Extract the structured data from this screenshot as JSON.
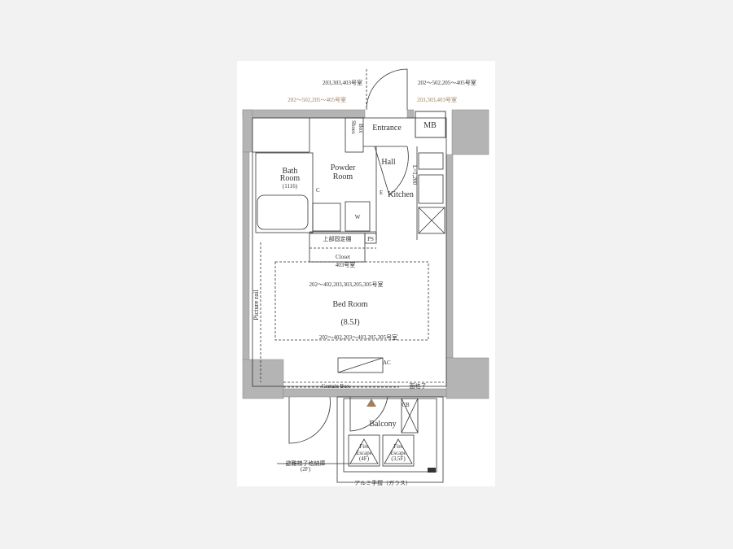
{
  "plan": {
    "notes": {
      "top_left": "203,303,403号室",
      "top_right": "202～502,205～405号室",
      "top_left_tan": "202～502,205～405号室",
      "top_right_tan": "203,303,403号室",
      "closet_note": "403号室",
      "bed_top_note": "202～402,203,303,205,305号室",
      "bed_bottom_note": "202～402,203～403,205,305号室",
      "ladder_storage": "避難梯子格納庫",
      "ladder_floor": "(2F)",
      "handrail": "アルミ手摺（ガラス）",
      "kitchen_length": "L=1,200",
      "upper_shelf": "上部固定棚",
      "lattice": "面格子"
    },
    "rooms": {
      "entrance": "Entrance",
      "mb": "MB",
      "shoes_box_1": "Shoes",
      "shoes_box_2": "Box",
      "hall": "Hall",
      "powder_1": "Powder",
      "powder_2": "Room",
      "bath_1": "Bath",
      "bath_2": "Room",
      "bath_3": "(1116)",
      "kitchen": "Kitchen",
      "washer": "W",
      "ps": "PS",
      "closet": "Closet",
      "bedroom": "Bed Room",
      "bedroom_size": "(8.5J)",
      "picture_rail": "Picture rail",
      "curtain_box": "Curtain Box",
      "balcony": "Balcony",
      "fire1_a": "Fire",
      "fire1_b": "Escape",
      "fire1_c": "(4F)",
      "fire2_a": "Fire",
      "fire2_b": "Escape",
      "fire2_c": "(3,5F)",
      "ac": "AC",
      "cb": "CB",
      "c": "C",
      "e": "E"
    }
  }
}
